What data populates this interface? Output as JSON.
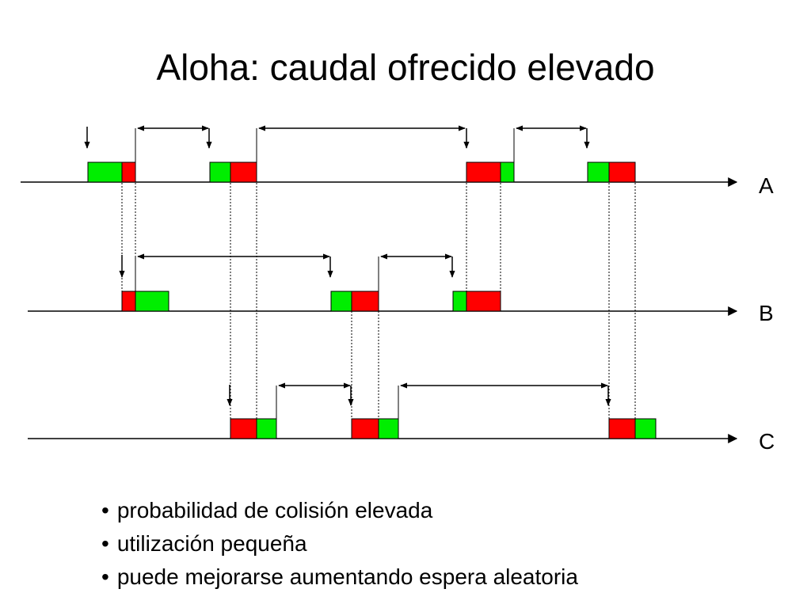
{
  "title": "Aloha: caudal ofrecido elevado",
  "colors": {
    "ok": "#00ee00",
    "collision": "#ff0000",
    "line": "#000000"
  },
  "stations": [
    {
      "label": "A"
    },
    {
      "label": "B"
    },
    {
      "label": "C"
    }
  ],
  "bullets": [
    "probabilidad de colisión elevada",
    "utilización pequeña",
    "puede mejorarse aumentando espera aleatoria"
  ]
}
